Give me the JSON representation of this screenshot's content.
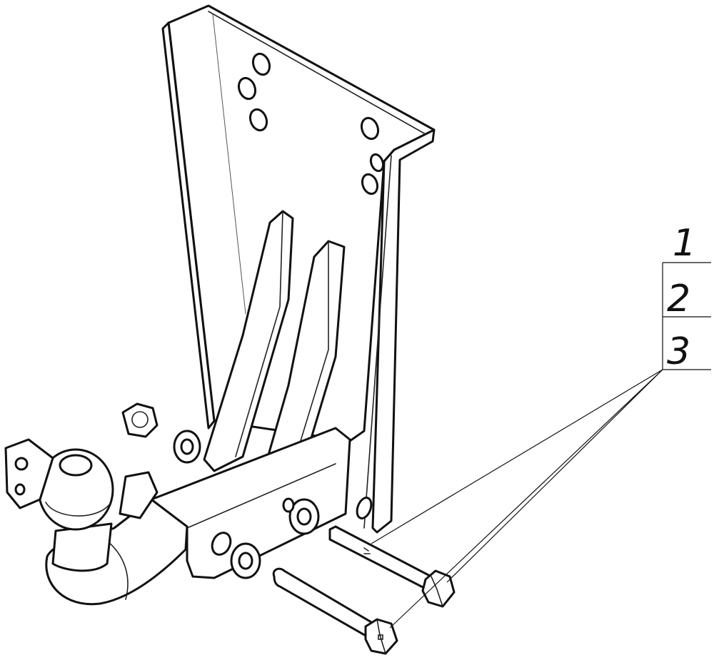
{
  "callouts": [
    {
      "label": "1"
    },
    {
      "label": "2"
    },
    {
      "label": "3"
    }
  ]
}
